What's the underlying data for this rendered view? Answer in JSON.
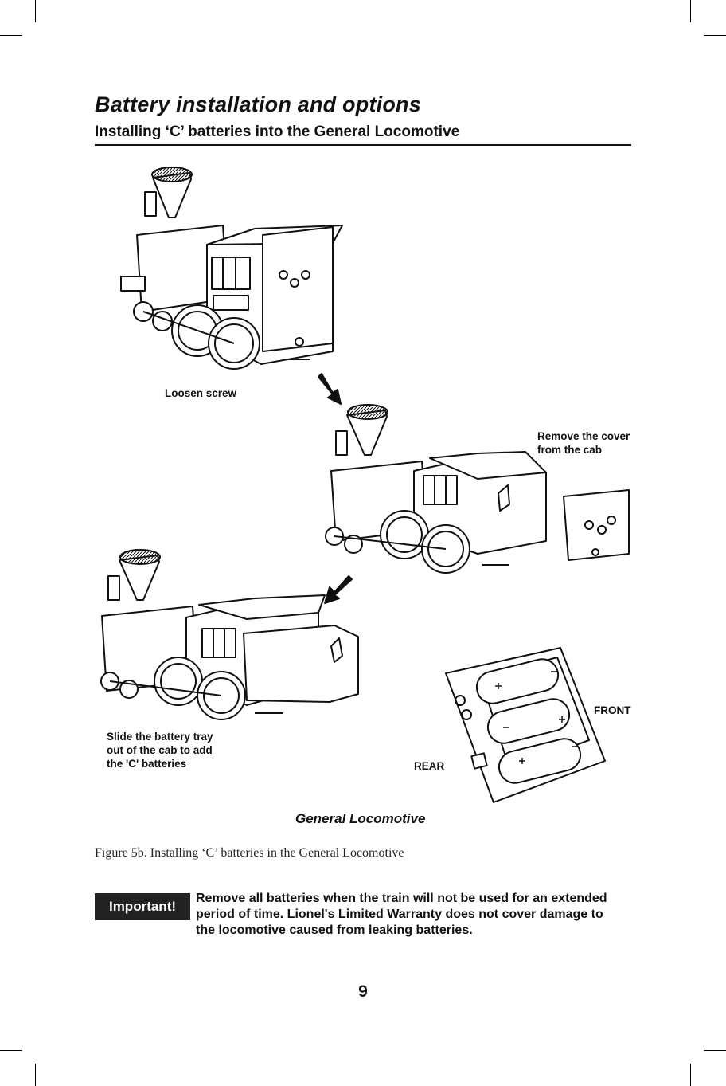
{
  "heading": {
    "title": "Battery installation and options",
    "subtitle": "Installing ‘C’ batteries into the General Locomotive"
  },
  "figure": {
    "callouts": {
      "loosen_screw": "Loosen screw",
      "remove_cover_line1": "Remove the cover",
      "remove_cover_line2": "from the cab",
      "slide_tray_line1": "Slide the battery tray",
      "slide_tray_line2": "out of the cab to add",
      "slide_tray_line3": "the 'C' batteries",
      "front": "FRONT",
      "rear": "REAR"
    },
    "model_name": "General Locomotive",
    "caption": "Figure 5b. Installing ‘C’ batteries in the General Locomotive"
  },
  "notice": {
    "badge": "Important!",
    "text": "Remove all batteries when the train will not be used for an extended period of time.  Lionel's Limited Warranty does not cover damage to the locomotive caused from leaking batteries."
  },
  "page_number": "9",
  "colors": {
    "ink": "#111111",
    "badge_bg": "#222222",
    "badge_text": "#ffffff"
  }
}
